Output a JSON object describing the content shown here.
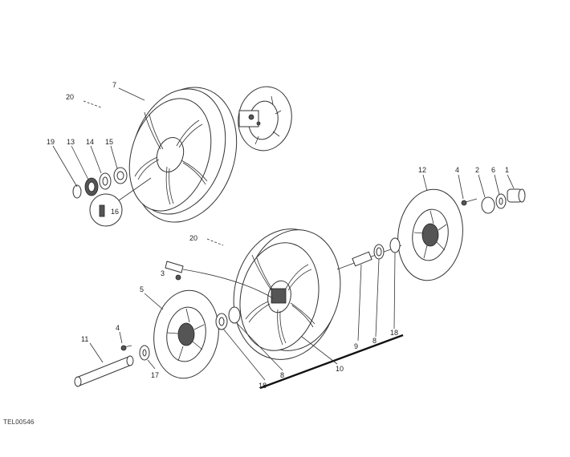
{
  "reference_code": "TEL00546",
  "callouts": {
    "c1": "1",
    "c2": "2",
    "c3": "3",
    "c4a": "4",
    "c4b": "4",
    "c5": "5",
    "c6": "6",
    "c7": "7",
    "c8a": "8",
    "c8b": "8",
    "c9": "9",
    "c10": "10",
    "c11": "11",
    "c12": "12",
    "c13": "13",
    "c14": "14",
    "c15": "15",
    "c16": "16",
    "c17": "17",
    "c18a": "18",
    "c18b": "18",
    "c19": "19",
    "c20a": "20",
    "c20b": "20"
  }
}
